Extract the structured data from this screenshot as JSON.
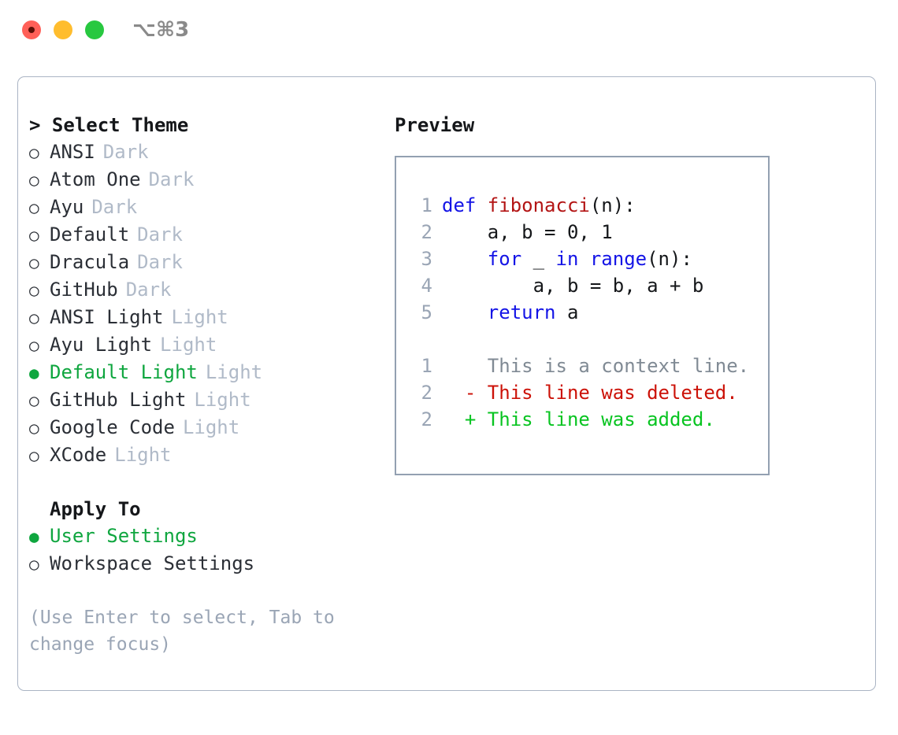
{
  "titlebar": {
    "dots": [
      {
        "name": "close-dot",
        "color": "#ff6058"
      },
      {
        "name": "minimize-dot",
        "color": "#ffbd2e"
      },
      {
        "name": "maximize-dot",
        "color": "#28c840"
      }
    ],
    "shortcut": "⌥⌘3"
  },
  "theme_panel": {
    "header": "> Select Theme",
    "items": [
      {
        "marker": "○",
        "label": "ANSI",
        "badge": "Dark",
        "selected": false
      },
      {
        "marker": "○",
        "label": "Atom One",
        "badge": "Dark",
        "selected": false
      },
      {
        "marker": "○",
        "label": "Ayu",
        "badge": "Dark",
        "selected": false
      },
      {
        "marker": "○",
        "label": "Default",
        "badge": "Dark",
        "selected": false
      },
      {
        "marker": "○",
        "label": "Dracula",
        "badge": "Dark",
        "selected": false
      },
      {
        "marker": "○",
        "label": "GitHub",
        "badge": "Dark",
        "selected": false
      },
      {
        "marker": "○",
        "label": "ANSI Light",
        "badge": "Light",
        "selected": false
      },
      {
        "marker": "○",
        "label": "Ayu Light",
        "badge": "Light",
        "selected": false
      },
      {
        "marker": "●",
        "label": "Default Light",
        "badge": "Light",
        "selected": true
      },
      {
        "marker": "○",
        "label": "GitHub Light",
        "badge": "Light",
        "selected": false
      },
      {
        "marker": "○",
        "label": "Google Code",
        "badge": "Light",
        "selected": false
      },
      {
        "marker": "○",
        "label": "XCode",
        "badge": "Light",
        "selected": false
      }
    ]
  },
  "apply_to": {
    "header": "Apply To",
    "items": [
      {
        "marker": "●",
        "label": "User Settings",
        "badge": "",
        "selected": true
      },
      {
        "marker": "○",
        "label": "Workspace Settings",
        "badge": "",
        "selected": false
      }
    ]
  },
  "help": {
    "text": "(Use Enter to select, Tab to change focus)"
  },
  "preview": {
    "title": "Preview",
    "code_lines": [
      {
        "no": "1",
        "indent": "",
        "tokens": [
          {
            "t": "def ",
            "c": "kw"
          },
          {
            "t": "fibonacci",
            "c": "fn"
          },
          {
            "t": "(n):",
            "c": "pl"
          }
        ]
      },
      {
        "no": "2",
        "indent": "    ",
        "tokens": [
          {
            "t": "a, b = 0, 1",
            "c": "pl"
          }
        ]
      },
      {
        "no": "3",
        "indent": "    ",
        "tokens": [
          {
            "t": "for ",
            "c": "kw"
          },
          {
            "t": "_ ",
            "c": "pl"
          },
          {
            "t": "in ",
            "c": "kw"
          },
          {
            "t": "range",
            "c": "kw"
          },
          {
            "t": "(n):",
            "c": "pl"
          }
        ]
      },
      {
        "no": "4",
        "indent": "        ",
        "tokens": [
          {
            "t": "a, b = b, a + b",
            "c": "pl"
          }
        ]
      },
      {
        "no": "5",
        "indent": "    ",
        "tokens": [
          {
            "t": "return ",
            "c": "kw"
          },
          {
            "t": "a",
            "c": "pl"
          }
        ]
      }
    ],
    "diff_lines": [
      {
        "no": "1",
        "sign": "  ",
        "text": "This is a context line.",
        "kind": "ctx"
      },
      {
        "no": "2",
        "sign": "- ",
        "text": "This line was deleted.",
        "kind": "del"
      },
      {
        "no": "2",
        "sign": "+ ",
        "text": "This line was added.",
        "kind": "add"
      }
    ]
  },
  "colors": {
    "accent_green": "#0fa63f",
    "diff_add": "#08c421",
    "diff_del": "#cc1208",
    "keyword_blue": "#1414e6",
    "function_red": "#b31414",
    "muted": "#b0bac8",
    "border": "#aab4c4"
  }
}
